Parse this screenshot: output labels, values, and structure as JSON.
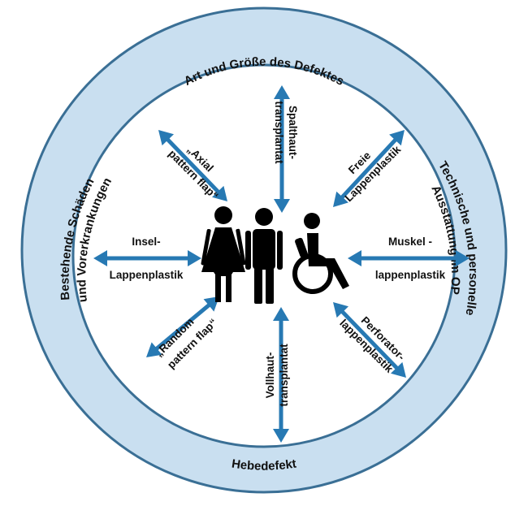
{
  "colors": {
    "ring_fill": "#c9dff0",
    "ring_stroke": "#3a6f95",
    "arrow": "#2779b3",
    "figure": "#000000"
  },
  "ring_labels": {
    "top": "Art und Größe des Defektes",
    "bottom": "Hebedefekt",
    "left_line1": "Bestehende Schäden",
    "left_line2": "und Vorerkrankungen",
    "right_line1": "Technische und personelle",
    "right_line2": "Ausstattung im OP"
  },
  "arrows": {
    "spalthaut": [
      "Spalthaut-",
      "transplantat"
    ],
    "vollhaut": [
      "Vollhaut-",
      "transplantat"
    ],
    "axial": [
      "„Axial",
      "pattern flap“"
    ],
    "freie": [
      "Freie",
      "Lappenplastik"
    ],
    "insel": [
      "Insel-",
      "Lappenplastik"
    ],
    "muskel": [
      "Muskel -",
      "lappenplastik"
    ],
    "random": [
      "„Random",
      "pattern flap“"
    ],
    "perforator": [
      "Perforator-",
      "lappenplastik"
    ]
  },
  "icons": [
    "woman-icon",
    "man-icon",
    "wheelchair-user-icon"
  ]
}
